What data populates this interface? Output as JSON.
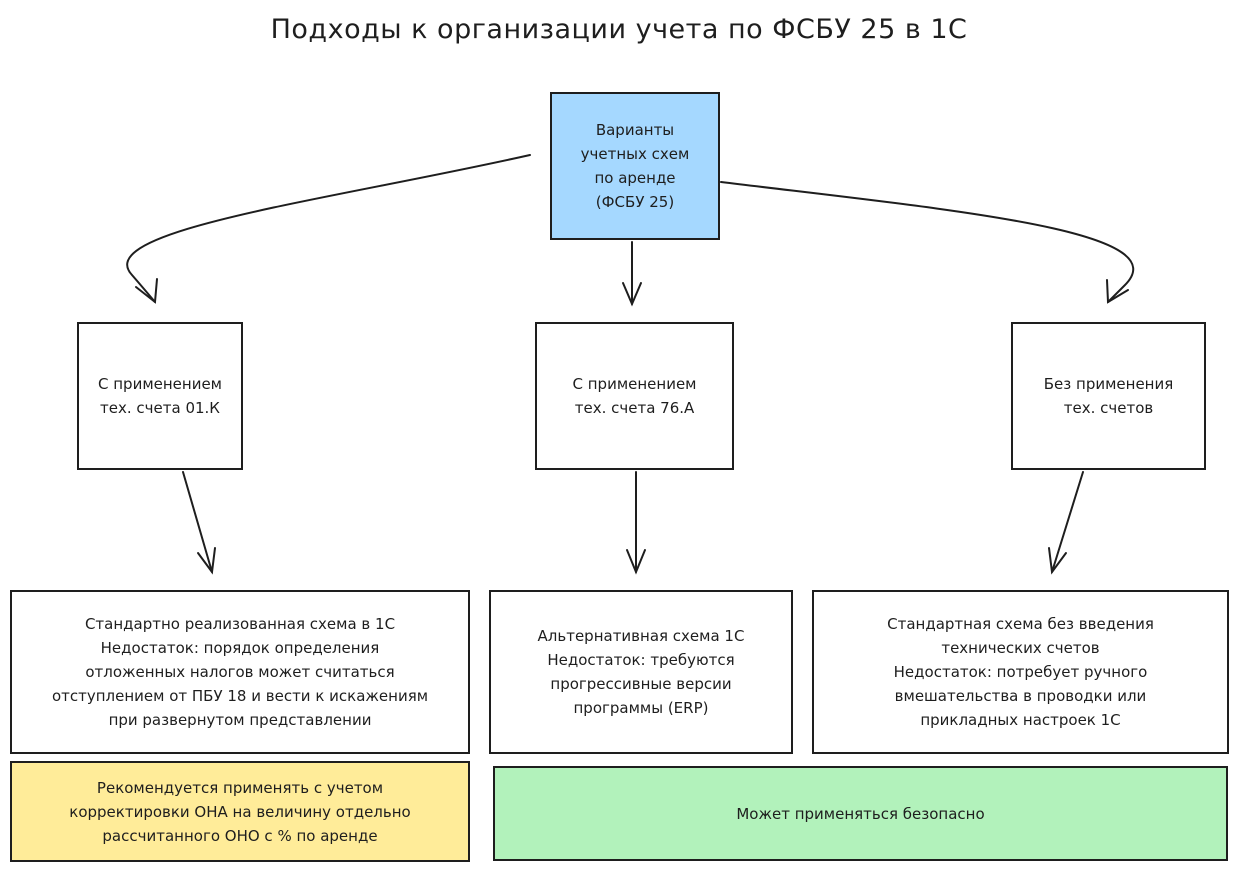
{
  "title": "Подходы к организации учета по ФСБУ 25 в 1С",
  "colors": {
    "root": "#a5d8ff",
    "recommend": "#ffec99",
    "safe": "#b2f2bb",
    "stroke": "#1e1e1e"
  },
  "root": {
    "text": "Варианты\nучетных схем\nпо аренде\n(ФСБУ 25)"
  },
  "approaches": [
    {
      "text": "С применением\nтех. счета 01.К"
    },
    {
      "text": "С применением\nтех. счета 76.А"
    },
    {
      "text": "Без применения\nтех. счетов"
    }
  ],
  "details": [
    {
      "text": "Стандартно реализованная схема в 1С\nНедостаток: порядок определения\nотложенных налогов может считаться\nотступлением от ПБУ 18 и вести к искажениям\nпри развернутом представлении"
    },
    {
      "text": "Альтернативная схема 1С\nНедостаток: требуются\nпрогрессивные версии\nпрограммы (ERP)"
    },
    {
      "text": "Стандартная схема без введения\nтехнических счетов\nНедостаток: потребует ручного\nвмешательства в проводки или\nприкладных настроек 1С"
    }
  ],
  "recommendation": {
    "text": "Рекомендуется применять с учетом\nкорректировки ОНА на величину отдельно\nрассчитанного ОНО с % по аренде"
  },
  "safe": {
    "text": "Может применяться безопасно"
  }
}
